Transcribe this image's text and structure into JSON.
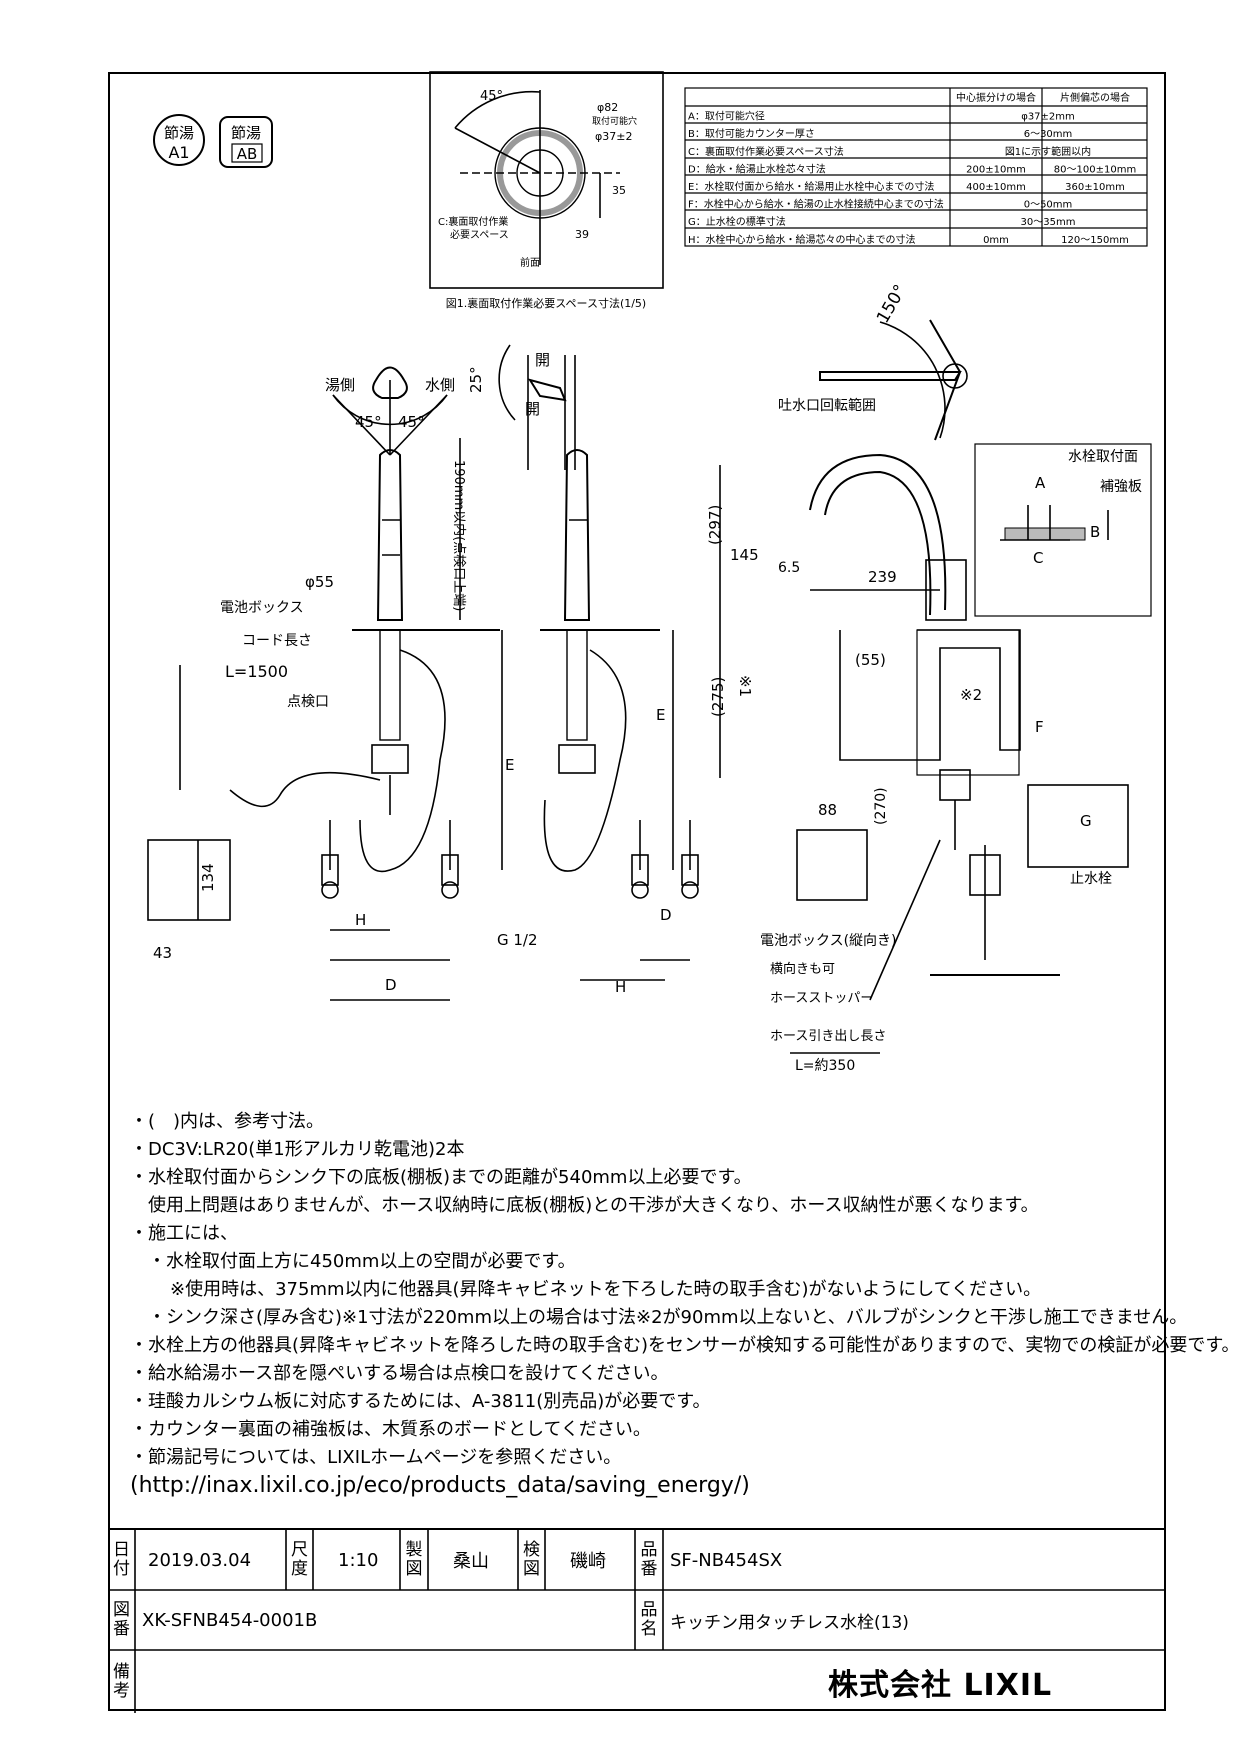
{
  "badges": [
    {
      "top": "節湯",
      "bottom": "A1"
    },
    {
      "top": "節湯",
      "bottom": "AB"
    }
  ],
  "fig1": {
    "caption": "図1.裏面取付作業必要スペース寸法(1/5)",
    "labels": {
      "angle": "45°",
      "d82": "φ82",
      "range": "取付可能穴",
      "d37": "φ37±2",
      "dim35": "35",
      "dim39": "39",
      "work_space_1": "C:裏面取付作業",
      "work_space_2": "必要スペース",
      "front": "前面"
    }
  },
  "spec_table": {
    "headers": [
      "中心振分けの場合",
      "片側偏芯の場合"
    ],
    "rows": [
      {
        "label": "A：取付可能穴径",
        "center": "φ37±2mm",
        "side": ""
      },
      {
        "label": "B：取付可能カウンター厚さ",
        "center": "6～30mm",
        "side": ""
      },
      {
        "label": "C：裏面取付作業必要スペース寸法",
        "center": "図1に示す範囲以内",
        "side": ""
      },
      {
        "label": "D：給水・給湯止水栓芯々寸法",
        "center": "200±10mm",
        "side": "80～100±10mm"
      },
      {
        "label": "E：水栓取付面から給水・給湯用止水栓中心までの寸法",
        "center": "400±10mm",
        "side": "360±10mm"
      },
      {
        "label": "F：水栓中心から給水・給湯の止水栓接続中心までの寸法",
        "center": "0～50mm",
        "side": ""
      },
      {
        "label": "G：止水栓の標準寸法",
        "center": "30～35mm",
        "side": ""
      },
      {
        "label": "H：水栓中心から給水・給湯芯々の中心までの寸法",
        "center": "0mm",
        "side": "120～150mm"
      }
    ]
  },
  "drawing_labels": {
    "hot_side": "湯側",
    "cold_side": "水側",
    "angle_left": "45°",
    "angle_right": "45°",
    "angle25": "25°",
    "open1": "開",
    "open2": "開",
    "angle150": "150°",
    "spout_rotation": "吐水口回転範囲",
    "dia55": "φ55",
    "battery_box": "電池ボックス",
    "cord_length": "コード長さ",
    "l1500": "L=1500",
    "inspection": "点検口",
    "dim190": "190mm以内(点検口上端)",
    "dim134": "134",
    "dim43": "43",
    "H_left": "H",
    "D_left": "D",
    "E_left": "E",
    "g12": "G 1/2",
    "E_mid": "E",
    "D_mid": "D",
    "H_mid": "H",
    "mount_face": "水栓取付面",
    "reinforce": "補強板",
    "A": "A",
    "B": "B",
    "C": "C",
    "dim297": "(297)",
    "dim145": "145",
    "dim6_5": "6.5",
    "dim239": "239",
    "dim55": "(55)",
    "star1": "※1",
    "star2": "※2",
    "dim275": "(275)",
    "F": "F",
    "dim88": "88",
    "dim270": "(270)",
    "G": "G",
    "stop_valve": "止水栓",
    "battery_vertical": "電池ボックス(縦向き)",
    "horizontal_ok": "横向きも可",
    "hose_stopper": "ホースストッパー",
    "hose_length": "ホース引き出し長さ",
    "l350": "L=約350"
  },
  "notes": [
    "・(　)内は、参考寸法。",
    "・DC3V:LR20(単1形アルカリ乾電池)2本",
    "・水栓取付面からシンク下の底板(棚板)までの距離が540mm以上必要です。",
    "　使用上問題はありませんが、ホース収納時に底板(棚板)との干渉が大きくなり、ホース収納性が悪くなります。",
    "・施工には、",
    "・水栓取付面上方に450mm以上の空間が必要です。",
    "※使用時は、375mm以内に他器具(昇降キャビネットを下ろした時の取手含む)がないようにしてください。",
    "・シンク深さ(厚み含む)※1寸法が220mm以上の場合は寸法※2が90mm以上ないと、バルブがシンクと干渉し施工できません。",
    "・水栓上方の他器具(昇降キャビネットを降ろした時の取手含む)をセンサーが検知する可能性がありますので、実物での検証が必要です。",
    "・給水給湯ホース部を隠ぺいする場合は点検口を設けてください。",
    "・珪酸カルシウム板に対応するためには、A-3811(別売品)が必要です。",
    "・カウンター裏面の補強板は、木質系のボードとしてください。",
    "・節湯記号については、LIXILホームページを参照ください。",
    "(http://inax.lixil.co.jp/eco/products_data/saving_energy/)"
  ],
  "title_block": {
    "date_label": "日付",
    "date": "2019.03.04",
    "scale_label": "尺度",
    "scale": "1:10",
    "drawn_label": "製図",
    "drawn": "桑山",
    "checked_label": "検図",
    "checked": "磯崎",
    "product_no_label": "品番",
    "product_no": "SF-NB454SX",
    "drawing_no_label": "図番",
    "drawing_no": "XK-SFNB454-0001B",
    "product_name_label": "品名",
    "product_name": "キッチン用タッチレス水栓(13)",
    "remarks_label": "備考",
    "company": "株式会社 LIXIL"
  }
}
